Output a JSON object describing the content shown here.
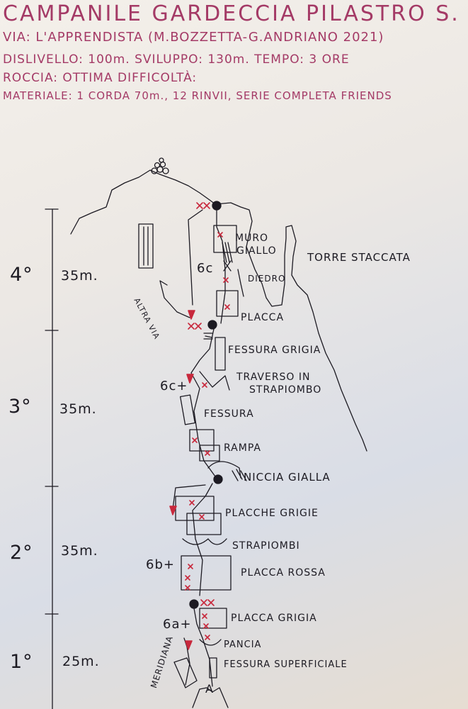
{
  "header": {
    "title": "CAMPANILE GARDECCIA PILASTRO S.",
    "via": "VIA: L'APPRENDISTA (M.BOZZETTA-G.ANDRIANO 2021)",
    "dislivello": "DISLIVELLO: 100m. SVILUPPO: 130m. TEMPO: 3 ORE",
    "roccia": "ROCCIA: OTTIMA DIFFICOLTÀ:",
    "materiale": "MATERIALE: 1 CORDA 70m., 12 RINVII, SERIE COMPLETA FRIENDS"
  },
  "pitches": [
    {
      "number": "4°",
      "length": "35m."
    },
    {
      "number": "3°",
      "length": "35m."
    },
    {
      "number": "2°",
      "length": "35m."
    },
    {
      "number": "1°",
      "length": "25m."
    }
  ],
  "grades": [
    "6c",
    "6c+",
    "6b+",
    "6a+"
  ],
  "labels": {
    "muro_giallo_1": "MURO",
    "muro_giallo_2": "GIALLO",
    "torre_staccata": "TORRE STACCATA",
    "diedro": "DIEDRO",
    "altra_via": "ALTRA VIA",
    "placca": "PLACCA",
    "fessura_grigia": "FESSURA GRIGIA",
    "traverso_1": "TRAVERSO IN",
    "traverso_2": "STRAPIOMBO",
    "fessura": "FESSURA",
    "rampa": "RAMPA",
    "niccia_gialla": "NICCIA GIALLA",
    "placche_grigie": "PLACCHE GRIGIE",
    "strapiombi": "STRAPIOMBI",
    "placca_rossa": "PLACCA ROSSA",
    "placca_grigia": "PLACCA GRIGIA",
    "pancia": "PANCIA",
    "fessura_superficiale": "FESSURA SUPERFICIALE",
    "meridiana": "MERIDIANA",
    "start": "A"
  },
  "colors": {
    "header_ink": "#a43a66",
    "ink": "#1c1a22",
    "red": "#c8283c",
    "paper": "#ece8e4"
  }
}
